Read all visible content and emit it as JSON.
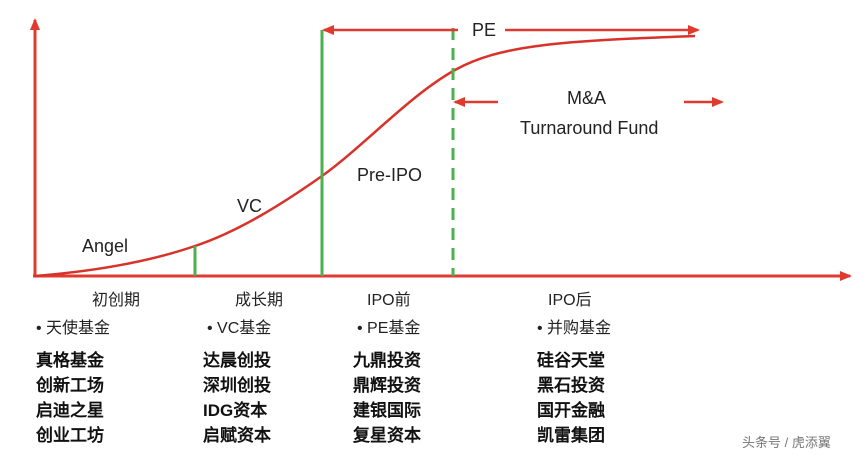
{
  "colors": {
    "axis": "#e03a2f",
    "curve": "#d8322a",
    "milestone": "#4caf50",
    "text": "#222222"
  },
  "curve_labels": {
    "angel": "Angel",
    "vc": "VC",
    "pre_ipo": "Pre-IPO",
    "pe": "PE",
    "ma": "M&A",
    "turnaround": "Turnaround Fund"
  },
  "stages": [
    {
      "name": "初创期",
      "fund": "• 天使基金",
      "companies": [
        "真格基金",
        "创新工场",
        "启迪之星",
        "创业工坊"
      ]
    },
    {
      "name": "成长期",
      "fund": "• VC基金",
      "companies": [
        "达晨创投",
        "深圳创投",
        "IDG资本",
        "启赋资本"
      ]
    },
    {
      "name": "IPO前",
      "fund": "• PE基金",
      "companies": [
        "九鼎投资",
        "鼎辉投资",
        "建银国际",
        "复星资本"
      ]
    },
    {
      "name": "IPO后",
      "fund": "• 并购基金",
      "companies": [
        "硅谷天堂",
        "黑石投资",
        "国开金融",
        "凯雷集团"
      ]
    }
  ],
  "watermark": "头条号 / 虎添翼"
}
